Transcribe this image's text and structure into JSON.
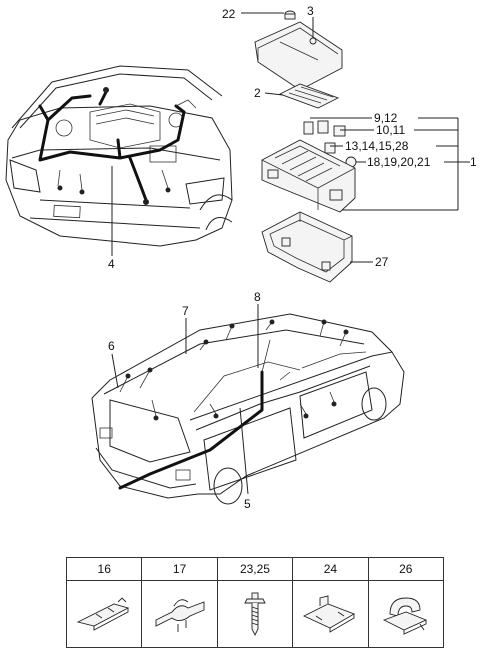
{
  "callouts": {
    "c22": "22",
    "c3": "3",
    "c2": "2",
    "c9_12": "9,12",
    "c10_11": "10,11",
    "c13_28": "13,14,15,28",
    "c18_21": "18,19,20,21",
    "c1": "1",
    "c27": "27",
    "c4": "4",
    "c8": "8",
    "c7": "7",
    "c6": "6",
    "c5": "5"
  },
  "legend": {
    "headers": [
      "16",
      "17",
      "23,25",
      "24",
      "26"
    ],
    "icons": [
      "clip-16-icon",
      "clip-17-icon",
      "bolt-icon",
      "bracket-24-icon",
      "clamp-26-icon"
    ]
  }
}
